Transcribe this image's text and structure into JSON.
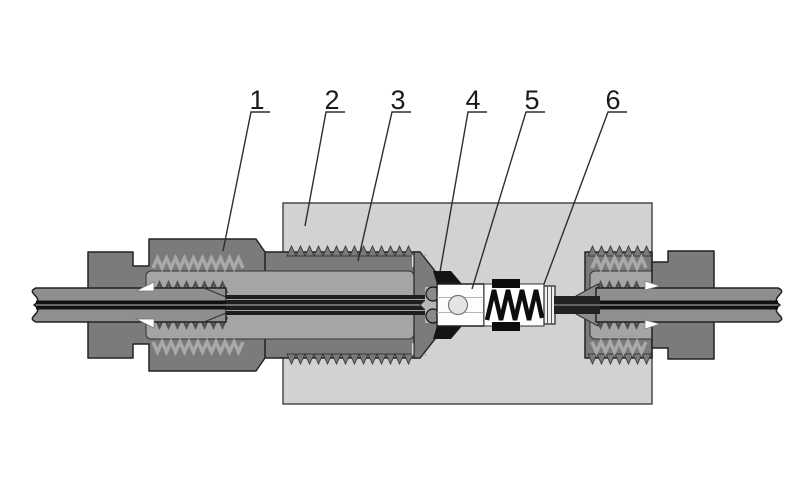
{
  "figure": {
    "type": "technical-cross-section-diagram",
    "description": "sectioned bulkhead tube fitting with internal check-valve cartridge mounted through a panel block",
    "callouts": [
      {
        "text": "1"
      },
      {
        "text": "2"
      },
      {
        "text": "3"
      },
      {
        "text": "4"
      },
      {
        "text": "5"
      },
      {
        "text": "6"
      }
    ],
    "colors": {
      "background": "#ffffff",
      "panel_block": "#d2d2d2",
      "fitting_body": "#7b7b7b",
      "tube": "#8f8f8f",
      "internal_parts": "#a5a5a5",
      "interior_metal": "#9c9c9c",
      "bore_channel": "#1e1e1e",
      "spring": "#0d0d0d",
      "valve_housing": "#fdfdfd",
      "outline": "#222222"
    }
  }
}
